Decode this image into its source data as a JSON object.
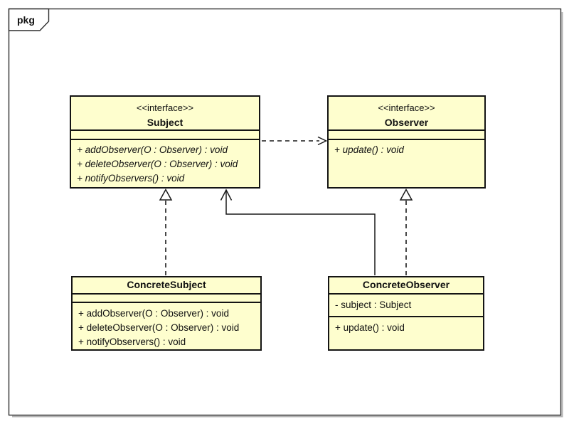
{
  "frame": {
    "label": "pkg"
  },
  "colors": {
    "class_fill": "#FEFECE",
    "class_border": "#141414",
    "frame_border": "#2e2e2e",
    "background": "#FFFFFF"
  },
  "classes": {
    "subject": {
      "stereotype": "<<interface>>",
      "name": "Subject",
      "attributes": [],
      "operations": [
        "+ addObserver(O : Observer) : void",
        "+ deleteObserver(O : Observer) : void",
        "+ notifyObservers() : void"
      ]
    },
    "observer": {
      "stereotype": "<<interface>>",
      "name": "Observer",
      "attributes": [],
      "operations": [
        "+ update() : void"
      ]
    },
    "concrete_subject": {
      "name": "ConcreteSubject",
      "attributes": [],
      "operations": [
        "+ addObserver(O : Observer) : void",
        "+ deleteObserver(O : Observer) : void",
        "+ notifyObservers() : void"
      ]
    },
    "concrete_observer": {
      "name": "ConcreteObserver",
      "attributes": [
        "- subject : Subject"
      ],
      "operations": [
        "+ update() : void"
      ]
    }
  },
  "relationships": [
    {
      "type": "dependency",
      "from": "Subject",
      "to": "Observer",
      "line": "dashed",
      "arrowhead": "open"
    },
    {
      "type": "realization",
      "from": "ConcreteSubject",
      "to": "Subject",
      "line": "dashed",
      "arrowhead": "hollow-triangle"
    },
    {
      "type": "realization",
      "from": "ConcreteObserver",
      "to": "Observer",
      "line": "dashed",
      "arrowhead": "hollow-triangle"
    },
    {
      "type": "association",
      "from": "ConcreteObserver",
      "to": "Subject",
      "line": "solid",
      "arrowhead": "open"
    }
  ]
}
